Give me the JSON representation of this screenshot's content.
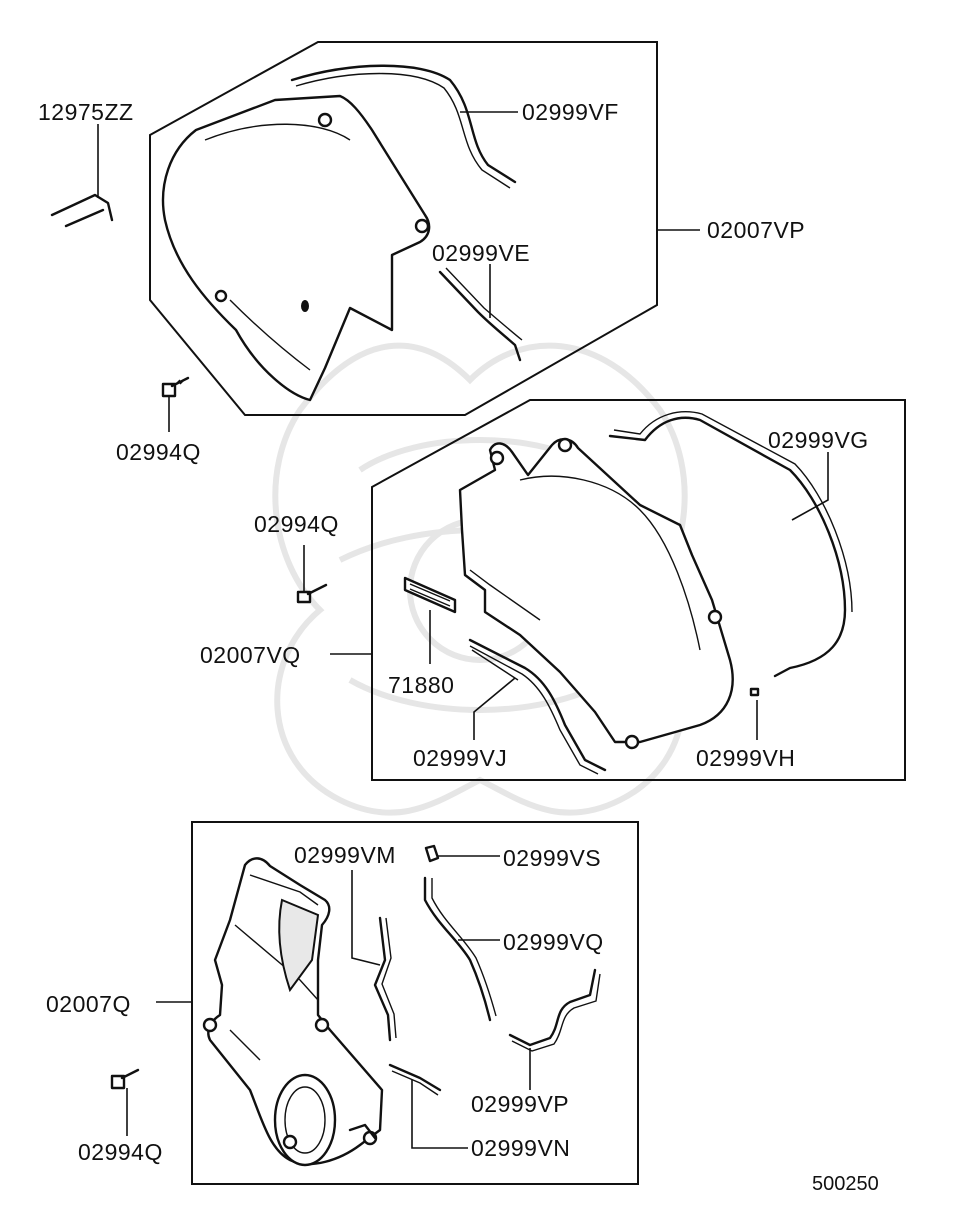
{
  "labels": {
    "l_12975ZZ": "12975ZZ",
    "l_02999VF": "02999VF",
    "l_02007VP": "02007VP",
    "l_02999VE": "02999VE",
    "l_02994Q_a": "02994Q",
    "l_02999VG": "02999VG",
    "l_02994Q_b": "02994Q",
    "l_02007VQ": "02007VQ",
    "l_71880": "71880",
    "l_02999VJ": "02999VJ",
    "l_02999VH": "02999VH",
    "l_02999VM": "02999VM",
    "l_02999VS": "02999VS",
    "l_02999VQ": "02999VQ",
    "l_02007Q": "02007Q",
    "l_02999VP": "02999VP",
    "l_02994Q_c": "02994Q",
    "l_02999VN": "02999VN"
  },
  "diagram_ref": "500250",
  "colors": {
    "line": "#111111",
    "watermark": "#e6e6e6",
    "background": "#ffffff"
  }
}
